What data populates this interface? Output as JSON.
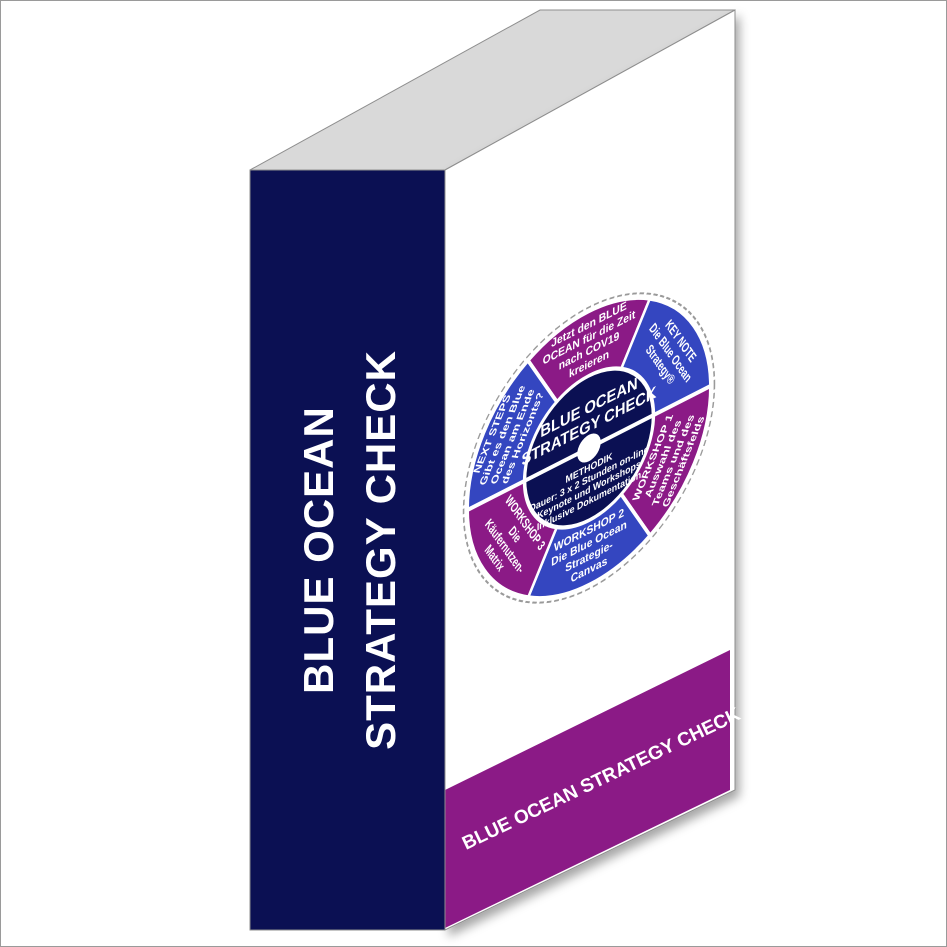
{
  "spine": {
    "line1": "BLUE OCEAN",
    "line2": "STRATEGY CHECK"
  },
  "wheel": {
    "center_title_1": "BLUE OCEAN",
    "center_title_2": "STRATEGY CHECK",
    "methodik": {
      "heading": "METHODIK",
      "line1": "Dauer: 3 x 2 Stunden on-line",
      "line2": "Keynote und Workshops",
      "line3": "Inklusive Dokumentation"
    },
    "segments": [
      {
        "id": "top",
        "lines": [
          "Jetzt den BLUE",
          "OCEAN für die Zeit",
          "nach COV19",
          "kreieren"
        ]
      },
      {
        "id": "keynote",
        "lines": [
          "KEY NOTE",
          "Die Blue Ocean",
          "Strategy®"
        ]
      },
      {
        "id": "workshop1",
        "lines": [
          "WORKSHOP 1",
          "Auswahl des",
          "Teams und des",
          "Geschäftsfelds"
        ]
      },
      {
        "id": "workshop2",
        "lines": [
          "WORKSHOP 2",
          "Die Blue Ocean",
          "Strategie-",
          "Canvas"
        ]
      },
      {
        "id": "workshop3",
        "lines": [
          "WORKSHOP 3",
          "Die",
          "Käufernutzen-",
          "Matrix"
        ]
      },
      {
        "id": "nextsteps",
        "lines": [
          "NEXT STEPS",
          "Gibt es den Blue",
          "Ocean am Ende",
          "des Horizonts?"
        ]
      }
    ]
  },
  "band": {
    "label": "BLUE OCEAN STRATEGY CHECK"
  },
  "colors": {
    "navy": "#0b1053",
    "purple": "#8b1a86",
    "blue": "#3446c0",
    "top_face": "#d9d9d9"
  }
}
